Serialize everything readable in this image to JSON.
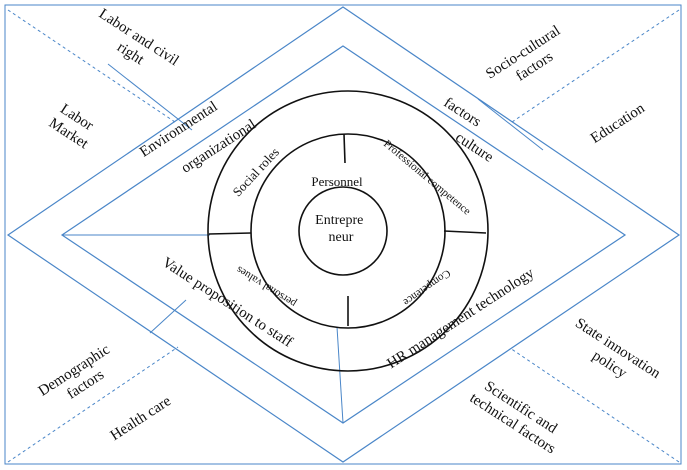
{
  "colors": {
    "line": "#4a86c8",
    "circle": "#111111",
    "text": "#111111",
    "background": "#ffffff"
  },
  "outer_factors": {
    "labor_civil_right": [
      "Labor and civil",
      "right"
    ],
    "labor_market": [
      "Labor",
      "Market"
    ],
    "socio_cultural": [
      "Socio-cultural",
      "factors"
    ],
    "education": "Education",
    "demographic": [
      "Demographic",
      "factors"
    ],
    "health_care": "Health care",
    "state_innovation": [
      "State innovation",
      "policy"
    ],
    "scientific_technical": [
      "Scientific and",
      "technical factors"
    ]
  },
  "middle_ring": {
    "environmental": "Environmental",
    "factors": "factors",
    "organizational": "organizational",
    "culture": "culture",
    "value_proposition": "Value proposition to staff",
    "hr_management": "HR management technology"
  },
  "inner_ring": {
    "social_roles": "Social roles",
    "professional_competence": "Professional competence",
    "personal_values": "personal values",
    "competence": "Competence"
  },
  "core": {
    "personnel": "Personnel",
    "entrepreneur": [
      "Entrepre",
      "neur"
    ]
  }
}
